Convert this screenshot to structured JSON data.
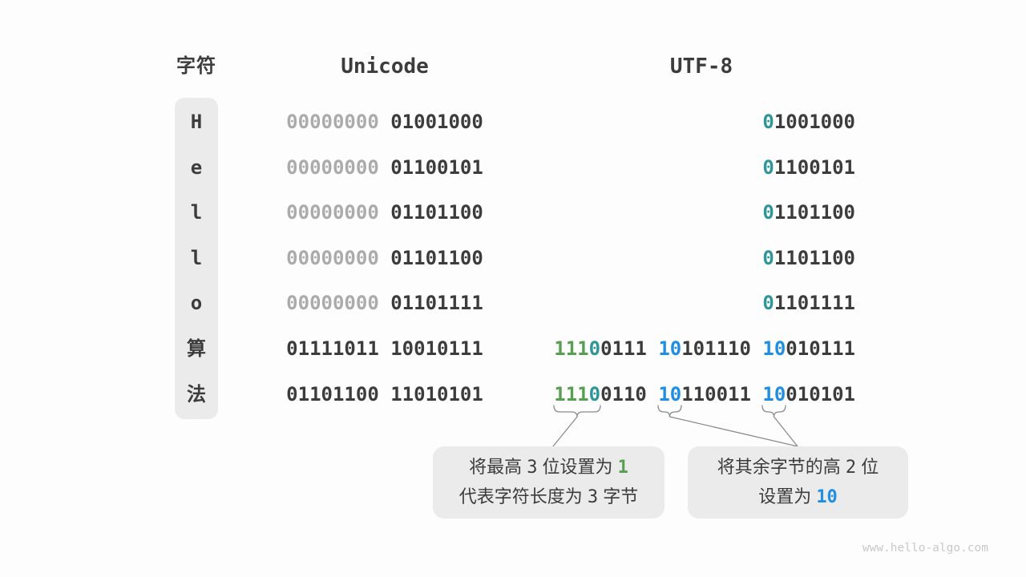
{
  "header": {
    "char_label": "字符",
    "unicode_label": "Unicode",
    "utf8_label": "UTF-8"
  },
  "colors": {
    "background": "#fdfdfd",
    "dark": "#3c3c3c",
    "muted": "#ababab",
    "green": "#57a052",
    "teal": "#2e9598",
    "blue": "#1f8ee3",
    "line": "#8c8c8c",
    "panel": "#ebebeb",
    "watermark": "#c9c9c9"
  },
  "rows": [
    {
      "char": "H",
      "unicode": [
        {
          "text": "00000000",
          "color": "muted"
        },
        {
          "text": "01001000",
          "color": "dark"
        }
      ],
      "utf8": [
        [
          {
            "text": "0",
            "color": "teal"
          },
          {
            "text": "1001000",
            "color": "dark"
          }
        ]
      ]
    },
    {
      "char": "e",
      "unicode": [
        {
          "text": "00000000",
          "color": "muted"
        },
        {
          "text": "01100101",
          "color": "dark"
        }
      ],
      "utf8": [
        [
          {
            "text": "0",
            "color": "teal"
          },
          {
            "text": "1100101",
            "color": "dark"
          }
        ]
      ]
    },
    {
      "char": "l",
      "unicode": [
        {
          "text": "00000000",
          "color": "muted"
        },
        {
          "text": "01101100",
          "color": "dark"
        }
      ],
      "utf8": [
        [
          {
            "text": "0",
            "color": "teal"
          },
          {
            "text": "1101100",
            "color": "dark"
          }
        ]
      ]
    },
    {
      "char": "l",
      "unicode": [
        {
          "text": "00000000",
          "color": "muted"
        },
        {
          "text": "01101100",
          "color": "dark"
        }
      ],
      "utf8": [
        [
          {
            "text": "0",
            "color": "teal"
          },
          {
            "text": "1101100",
            "color": "dark"
          }
        ]
      ]
    },
    {
      "char": "o",
      "unicode": [
        {
          "text": "00000000",
          "color": "muted"
        },
        {
          "text": "01101111",
          "color": "dark"
        }
      ],
      "utf8": [
        [
          {
            "text": "0",
            "color": "teal"
          },
          {
            "text": "1101111",
            "color": "dark"
          }
        ]
      ]
    },
    {
      "char": "算",
      "unicode": [
        {
          "text": "01111011",
          "color": "dark"
        },
        {
          "text": "10010111",
          "color": "dark"
        }
      ],
      "utf8": [
        [
          {
            "text": "111",
            "color": "green"
          },
          {
            "text": "0",
            "color": "teal"
          },
          {
            "text": "0111",
            "color": "dark"
          }
        ],
        [
          {
            "text": "10",
            "color": "blue"
          },
          {
            "text": "101110",
            "color": "dark"
          }
        ],
        [
          {
            "text": "10",
            "color": "blue"
          },
          {
            "text": "010111",
            "color": "dark"
          }
        ]
      ]
    },
    {
      "char": "法",
      "unicode": [
        {
          "text": "01101100",
          "color": "dark"
        },
        {
          "text": "11010101",
          "color": "dark"
        }
      ],
      "utf8": [
        [
          {
            "text": "111",
            "color": "green"
          },
          {
            "text": "0",
            "color": "teal"
          },
          {
            "text": "0110",
            "color": "dark"
          }
        ],
        [
          {
            "text": "10",
            "color": "blue"
          },
          {
            "text": "110011",
            "color": "dark"
          }
        ],
        [
          {
            "text": "10",
            "color": "blue"
          },
          {
            "text": "010101",
            "color": "dark"
          }
        ]
      ]
    }
  ],
  "callouts": [
    {
      "lines": [
        [
          {
            "text": "将最高 "
          },
          {
            "text": "3",
            "mono": true
          },
          {
            "text": " 位设置为 "
          },
          {
            "text": "1",
            "mono": true,
            "color": "green"
          }
        ],
        [
          {
            "text": "代表字符长度为 "
          },
          {
            "text": "3",
            "mono": true
          },
          {
            "text": " 字节"
          }
        ]
      ]
    },
    {
      "lines": [
        [
          {
            "text": "将其余字节的高 "
          },
          {
            "text": "2",
            "mono": true
          },
          {
            "text": " 位"
          }
        ],
        [
          {
            "text": "设置为 "
          },
          {
            "text": "10",
            "mono": true,
            "color": "blue"
          }
        ]
      ]
    }
  ],
  "watermark": "www.hello-algo.com"
}
